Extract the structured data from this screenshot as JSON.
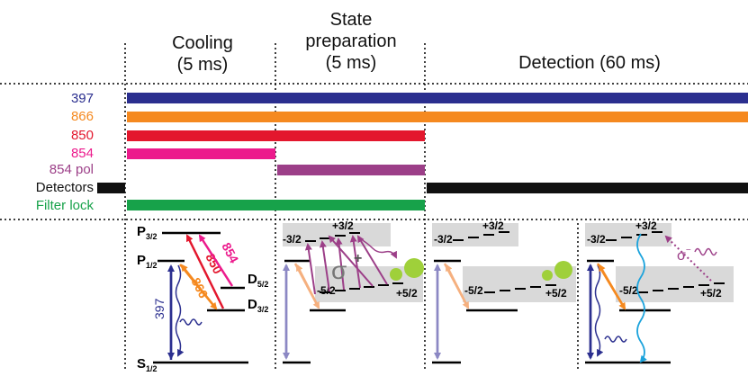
{
  "phases": [
    {
      "id": "cooling",
      "line1": "Cooling",
      "line2": "(5 ms)"
    },
    {
      "id": "prep",
      "line0": "State",
      "line1": "preparation",
      "line2": "(5 ms)"
    },
    {
      "id": "detection",
      "line1": "Detection (60 ms)"
    }
  ],
  "rows": [
    {
      "label": "397",
      "color": "#2b2f8f"
    },
    {
      "label": "866",
      "color": "#f5891f"
    },
    {
      "label": "850",
      "color": "#e3172d"
    },
    {
      "label": "854",
      "color": "#ec1a8c"
    },
    {
      "label": "854 pol",
      "color": "#9c3f88"
    },
    {
      "label": "Detectors",
      "color": "#111111"
    },
    {
      "label": "Filter lock",
      "color": "#17a24a"
    }
  ],
  "levels": {
    "p32": "P",
    "p32_sub": "3/2",
    "p12": "P",
    "p12_sub": "1/2",
    "d52": "D",
    "d52_sub": "5/2",
    "d32": "D",
    "d32_sub": "3/2",
    "s12": "S",
    "s12_sub": "1/2"
  },
  "transitions": {
    "t397": "397",
    "t866": "866",
    "t850": "850",
    "t854": "854"
  },
  "sublevels": {
    "m_minus32": "-3/2",
    "m_plus32": "+3/2",
    "m_minus52": "-5/2",
    "m_plus52": "+5/2"
  },
  "polarization": {
    "sigma": "σ",
    "plus": "+",
    "minus": "−"
  }
}
